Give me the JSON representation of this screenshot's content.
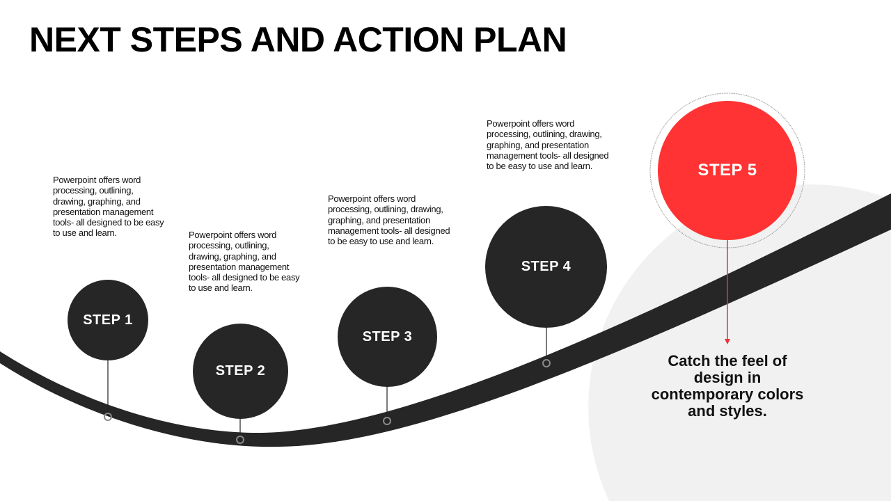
{
  "title": "NEXT STEPS AND ACTION PLAN",
  "steps": [
    {
      "label": "STEP 1",
      "description": "Powerpoint offers word processing, outlining, drawing, graphing, and presentation management tools- all designed to be easy to use and learn."
    },
    {
      "label": "STEP 2",
      "description": "Powerpoint offers word processing, outlining, drawing, graphing, and presentation management tools- all designed to be easy to use and learn."
    },
    {
      "label": "STEP 3",
      "description": "Powerpoint offers word processing, outlining, drawing, graphing, and presentation management tools- all designed to be easy to use and learn."
    },
    {
      "label": "STEP 4",
      "description": "Powerpoint offers word processing, outlining, drawing, graphing, and presentation management tools- all designed to be easy to use and learn."
    },
    {
      "label": "STEP 5"
    }
  ],
  "tagline": "Catch the feel of design in contemporary colors and styles.",
  "colors": {
    "accent": "#ff3333",
    "dark": "#262626",
    "background_circle": "#f1f1f1"
  }
}
